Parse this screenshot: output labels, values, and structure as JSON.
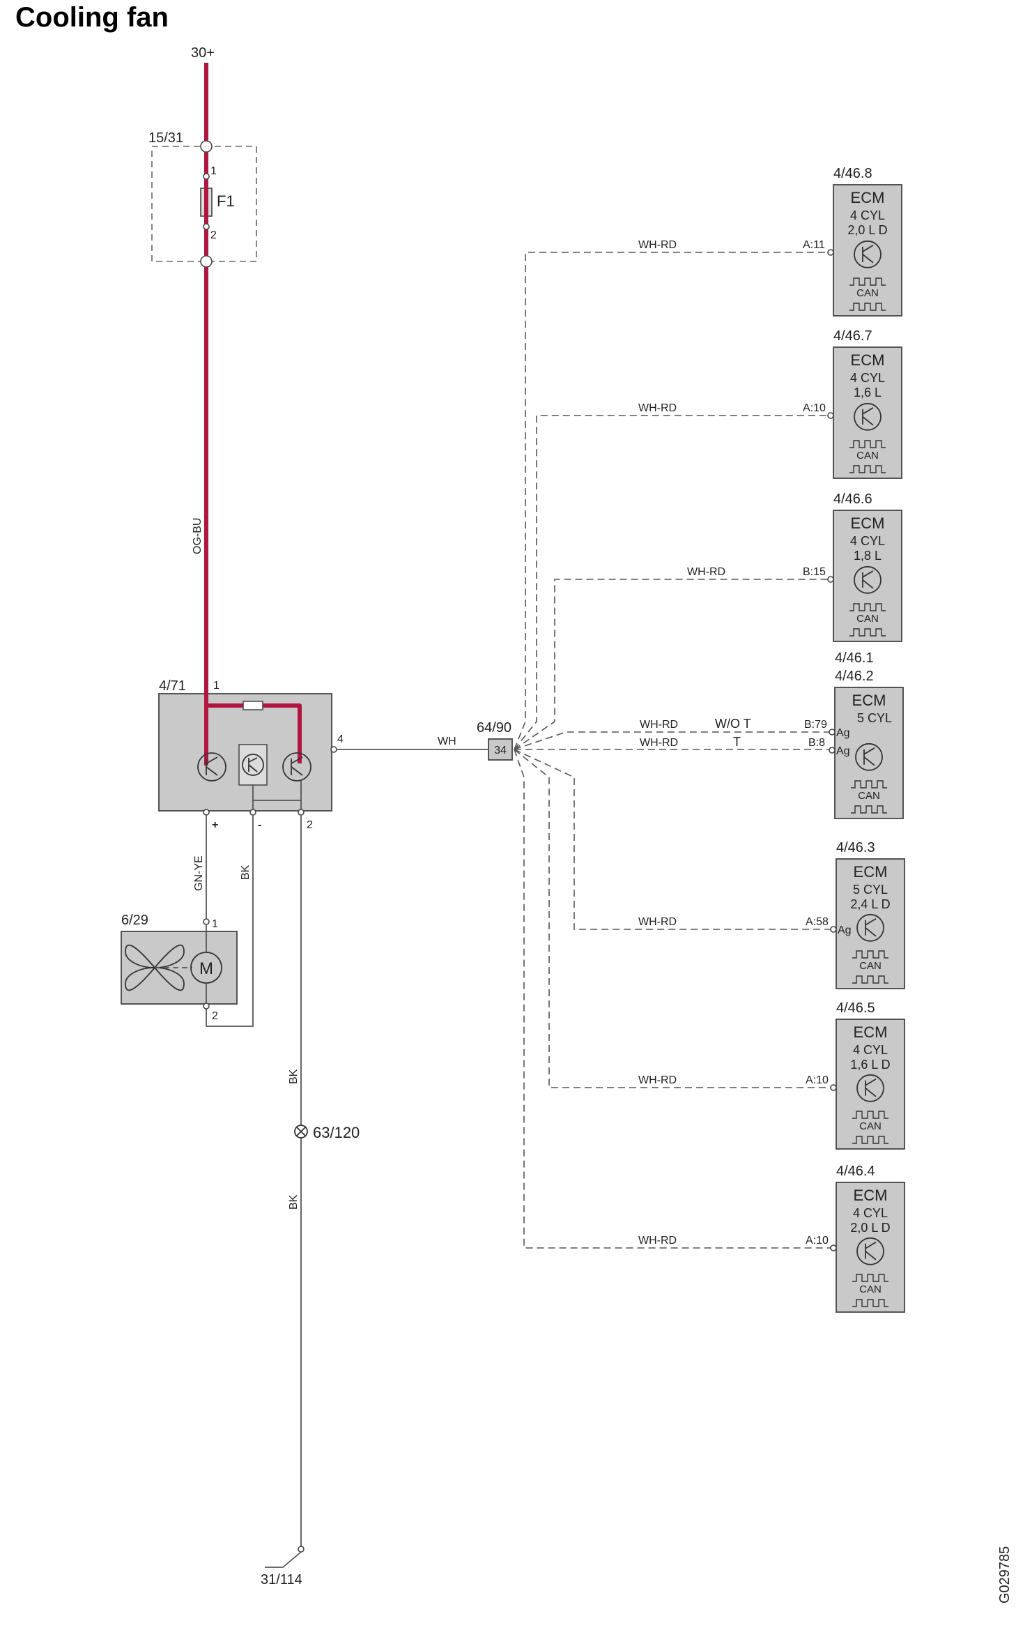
{
  "title": "Cooling fan",
  "figure_id": "G029785",
  "supply": {
    "terminal": "30+",
    "wire": "OG-BU"
  },
  "fuse_box": {
    "label": "15/31",
    "fuse": "F1",
    "pin_in": "1",
    "pin_out": "2"
  },
  "fan_control_module": {
    "label": "4/71",
    "pin_power": "1",
    "pin_signal": "4",
    "pin_plus": "+",
    "pin_minus": "-",
    "pin_ground": "2"
  },
  "splice": {
    "label": "64/90",
    "pin": "34",
    "wire": "WH"
  },
  "motor": {
    "label": "6/29",
    "pin_1": "1",
    "pin_2": "2",
    "wire_plus": "GN-YE",
    "wire_minus": "BK"
  },
  "ground": {
    "wire_top": "BK",
    "ground_point": "63/120",
    "wire_bottom": "BK",
    "terminal": "31/114"
  },
  "common": {
    "ecm": "ECM",
    "can": "CAN",
    "ag": "Ag",
    "wire": "WH-RD"
  },
  "ecms": [
    {
      "id": "4/46.8",
      "id2": "",
      "lines": [
        "4 CYL",
        "2,0 L D"
      ],
      "pin": "A:11",
      "ag": false
    },
    {
      "id": "4/46.7",
      "id2": "",
      "lines": [
        "4 CYL",
        "1,6 L"
      ],
      "pin": "A:10",
      "ag": false
    },
    {
      "id": "4/46.6",
      "id2": "",
      "lines": [
        "4 CYL",
        "1,8 L"
      ],
      "pin": "B:15",
      "ag": false
    },
    {
      "id": "4/46.1",
      "id2": "4/46.2",
      "lines": [
        "5 CYL"
      ],
      "pin": "B:79",
      "pin2": "B:8",
      "note": "W/O T",
      "note2": "T",
      "ag": true
    },
    {
      "id": "4/46.3",
      "id2": "",
      "lines": [
        "5 CYL",
        "2,4 L D"
      ],
      "pin": "A:58",
      "ag": true
    },
    {
      "id": "4/46.5",
      "id2": "",
      "lines": [
        "4 CYL",
        "1,6 L D"
      ],
      "pin": "A:10",
      "ag": false
    },
    {
      "id": "4/46.4",
      "id2": "",
      "lines": [
        "4 CYL",
        "2,0 L D"
      ],
      "pin": "A:10",
      "ag": false
    }
  ]
}
